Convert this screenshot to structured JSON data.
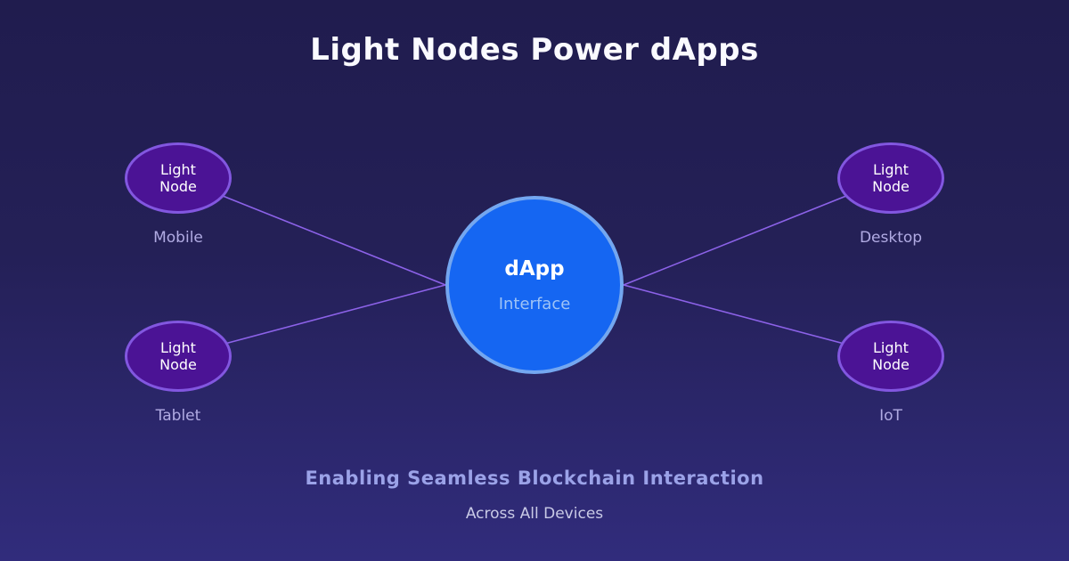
{
  "title": "Light Nodes Power dApps",
  "colors": {
    "background_top": "#201c4e",
    "background_bottom": "#312c7c",
    "node_fill": "#4b1395",
    "node_border": "#8257e0",
    "hub_fill": "#1566f2",
    "hub_border": "#74a7f0",
    "connection_line": "#8c62e8",
    "device_label_text": "#b1abe3",
    "footer_headline_text": "#9ba2e8",
    "footer_subheadline_text": "#c9cae6"
  },
  "hub": {
    "title": "dApp",
    "subtitle": "Interface"
  },
  "nodes": [
    {
      "label": "Light\nNode",
      "device": "Mobile"
    },
    {
      "label": "Light\nNode",
      "device": "Desktop"
    },
    {
      "label": "Light\nNode",
      "device": "Tablet"
    },
    {
      "label": "Light\nNode",
      "device": "IoT"
    }
  ],
  "footer": {
    "headline": "Enabling Seamless Blockchain Interaction",
    "subheadline": "Across All Devices"
  }
}
